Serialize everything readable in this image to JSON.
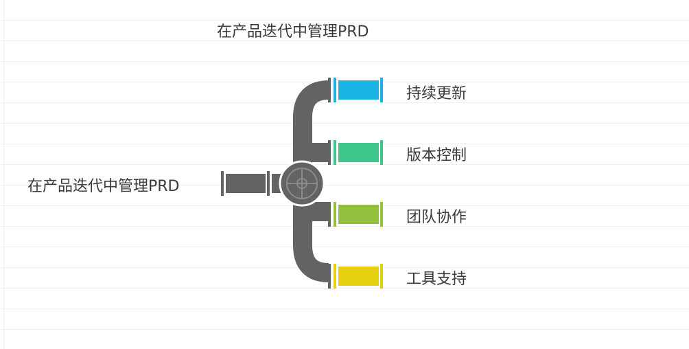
{
  "title": "在产品迭代中管理PRD",
  "source": "在产品迭代中管理PRD",
  "branches": [
    {
      "label": "持续更新",
      "color": "#1bb2e4"
    },
    {
      "label": "版本控制",
      "color": "#3ec68a"
    },
    {
      "label": "团队协作",
      "color": "#93c13d"
    },
    {
      "label": "工具支持",
      "color": "#e6cf0f"
    }
  ],
  "colors": {
    "pipe": "#636363",
    "text": "#3a3a3a"
  }
}
